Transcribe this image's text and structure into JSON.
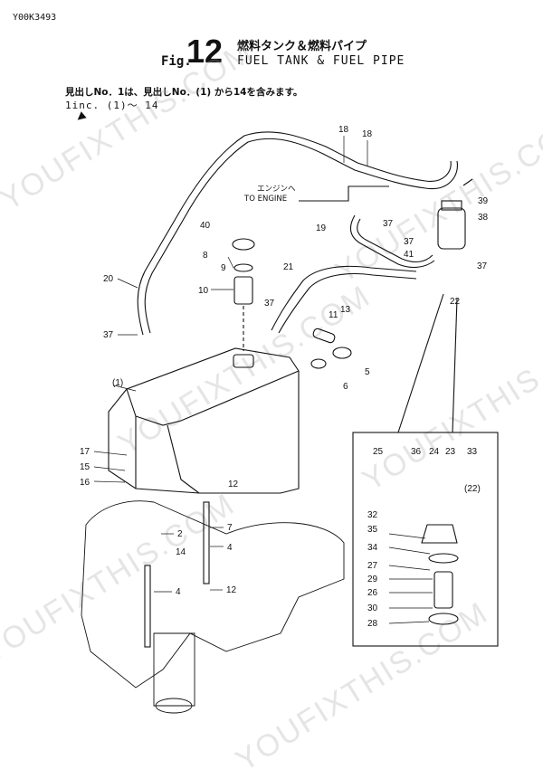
{
  "header": {
    "code": "Y00K3493",
    "fig_label": "Fig.",
    "fig_number": "12",
    "title_ja": "燃料タンク＆燃料パイプ",
    "title_en": "FUEL TANK & FUEL PIPE",
    "note_ja": "見出しNo．1は、見出しNo．(1) から14を含みます。",
    "note_en": "1inc. (1)～ 14",
    "arrow_glyph": "◀"
  },
  "annotations": {
    "engine_ja": "エンジンへ",
    "engine_en": "TO ENGINE"
  },
  "callouts": [
    {
      "id": "c18a",
      "text": "18"
    },
    {
      "id": "c18b",
      "text": "18"
    },
    {
      "id": "c39",
      "text": "39"
    },
    {
      "id": "c38",
      "text": "38"
    },
    {
      "id": "c37a",
      "text": "37"
    },
    {
      "id": "c40",
      "text": "40"
    },
    {
      "id": "c19",
      "text": "19"
    },
    {
      "id": "c37b",
      "text": "37"
    },
    {
      "id": "c41",
      "text": "41"
    },
    {
      "id": "c37c",
      "text": "37"
    },
    {
      "id": "c8",
      "text": "8"
    },
    {
      "id": "c9",
      "text": "9"
    },
    {
      "id": "c21",
      "text": "21"
    },
    {
      "id": "c20",
      "text": "20"
    },
    {
      "id": "c10",
      "text": "10"
    },
    {
      "id": "c22",
      "text": "22"
    },
    {
      "id": "c37d",
      "text": "37"
    },
    {
      "id": "c13",
      "text": "13"
    },
    {
      "id": "c11",
      "text": "11"
    },
    {
      "id": "c37e",
      "text": "37"
    },
    {
      "id": "c5",
      "text": "5"
    },
    {
      "id": "c6",
      "text": "6"
    },
    {
      "id": "c1",
      "text": "(1)"
    },
    {
      "id": "c17",
      "text": "17"
    },
    {
      "id": "c15",
      "text": "15"
    },
    {
      "id": "c16",
      "text": "16"
    },
    {
      "id": "c12a",
      "text": "12"
    },
    {
      "id": "c2",
      "text": "2"
    },
    {
      "id": "c7",
      "text": "7"
    },
    {
      "id": "c14",
      "text": "14"
    },
    {
      "id": "c4a",
      "text": "4"
    },
    {
      "id": "c4b",
      "text": "4"
    },
    {
      "id": "c12b",
      "text": "12"
    },
    {
      "id": "c25",
      "text": "25"
    },
    {
      "id": "c36",
      "text": "36"
    },
    {
      "id": "c24",
      "text": "24"
    },
    {
      "id": "c23",
      "text": "23"
    },
    {
      "id": "c33",
      "text": "33"
    },
    {
      "id": "c22b",
      "text": "(22)"
    },
    {
      "id": "c32",
      "text": "32"
    },
    {
      "id": "c35",
      "text": "35"
    },
    {
      "id": "c34",
      "text": "34"
    },
    {
      "id": "c27",
      "text": "27"
    },
    {
      "id": "c29",
      "text": "29"
    },
    {
      "id": "c26",
      "text": "26"
    },
    {
      "id": "c30",
      "text": "30"
    },
    {
      "id": "c28",
      "text": "28"
    }
  ],
  "watermark": "YOUFIXTHIS.COM"
}
